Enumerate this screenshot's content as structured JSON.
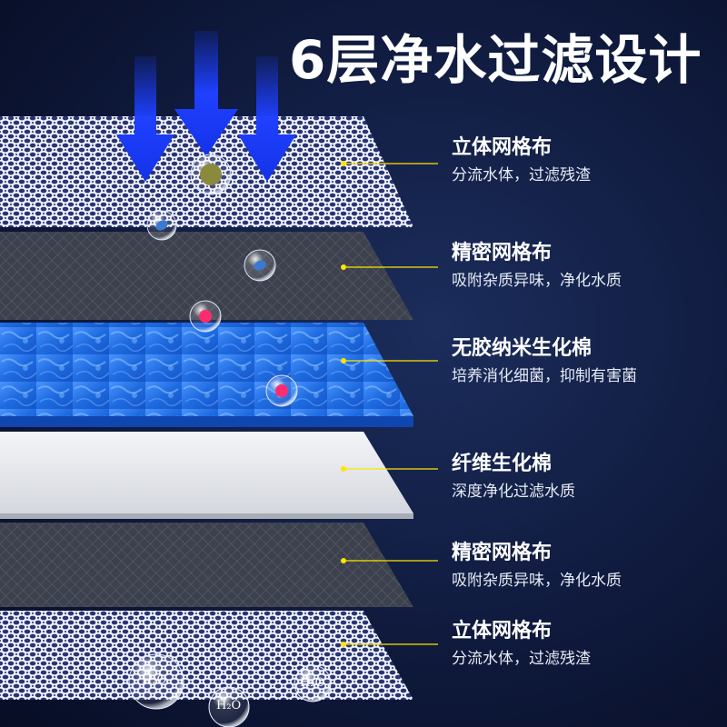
{
  "title": "6层净水过滤设计",
  "layers": [
    {
      "name": "立体网格布",
      "desc": "分流水体，过滤残渣",
      "kind": "mesh-white"
    },
    {
      "name": "精密网格布",
      "desc": "吸附杂质异味，净化水质",
      "kind": "mesh-dark"
    },
    {
      "name": "无胶纳米生化棉",
      "desc": "培养消化细菌，抑制有害菌",
      "kind": "sponge-blue"
    },
    {
      "name": "纤维生化棉",
      "desc": "深度净化过滤水质",
      "kind": "fiber-white"
    },
    {
      "name": "精密网格布",
      "desc": "吸附杂质异味，净化水质",
      "kind": "mesh-dark"
    },
    {
      "name": "立体网格布",
      "desc": "分流水体，过滤残渣",
      "kind": "mesh-white"
    }
  ],
  "molecules": [
    "H₂O",
    "H₂O",
    "H₂O"
  ],
  "colors": {
    "accent_yellow": "#ffe400",
    "arrow_blue": "#1a3cff",
    "sponge_blue": "#1f6fe0",
    "background": "#0f1a3d"
  }
}
